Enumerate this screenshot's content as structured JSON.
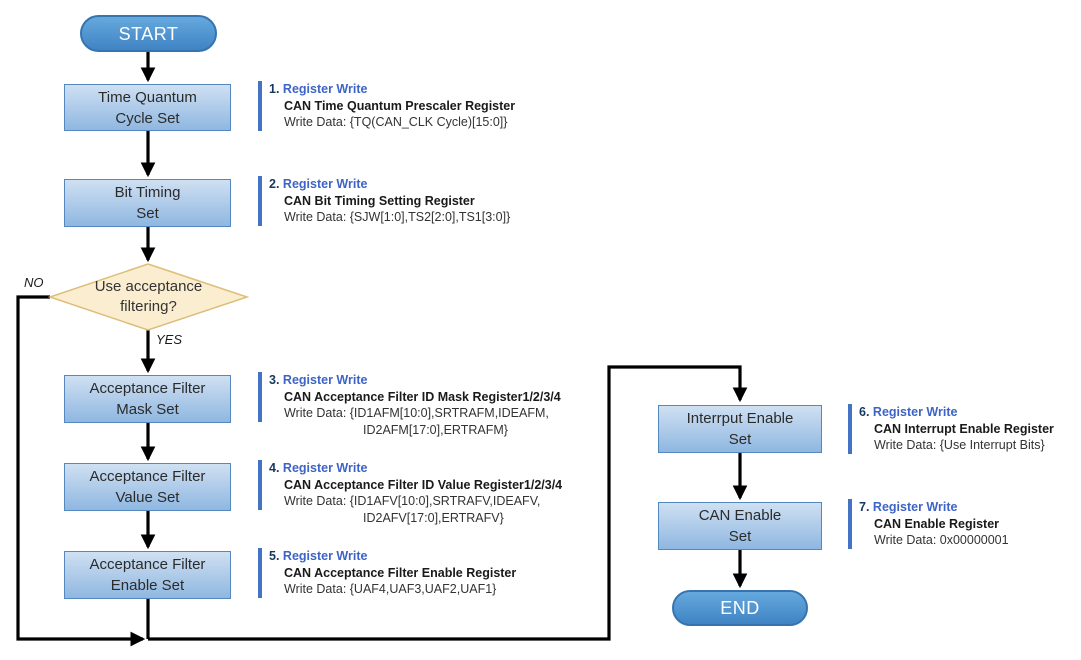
{
  "nodes": {
    "start": {
      "label": "START"
    },
    "end": {
      "label": "END"
    },
    "time_quantum": {
      "line1": "Time Quantum",
      "line2": "Cycle Set"
    },
    "bit_timing": {
      "line1": "Bit Timing",
      "line2": "Set"
    },
    "decision": {
      "line1": "Use acceptance",
      "line2": "filtering?",
      "yes": "YES",
      "no": "NO"
    },
    "filter_mask": {
      "line1": "Acceptance Filter",
      "line2": "Mask Set"
    },
    "filter_value": {
      "line1": "Acceptance Filter",
      "line2": "Value Set"
    },
    "filter_enable": {
      "line1": "Acceptance Filter",
      "line2": "Enable Set"
    },
    "interrupt_enable": {
      "line1": "Interrput Enable",
      "line2": "Set"
    },
    "can_enable": {
      "line1": "CAN Enable",
      "line2": "Set"
    }
  },
  "annotations": [
    {
      "num": "1.",
      "action": "Register Write",
      "register": "CAN Time Quantum Prescaler Register",
      "data": "Write Data: {TQ(CAN_CLK Cycle)[15:0]}",
      "data2": ""
    },
    {
      "num": "2.",
      "action": "Register Write",
      "register": "CAN Bit Timing Setting Register",
      "data": "Write Data: {SJW[1:0],TS2[2:0],TS1[3:0]}",
      "data2": ""
    },
    {
      "num": "3.",
      "action": "Register Write",
      "register": "CAN Acceptance Filter ID Mask Register1/2/3/4",
      "data": "Write Data: {ID1AFM[10:0],SRTRAFM,IDEAFM,",
      "data2": "ID2AFM[17:0],ERTRAFM}"
    },
    {
      "num": "4.",
      "action": "Register Write",
      "register": "CAN Acceptance Filter ID Value Register1/2/3/4",
      "data": "Write Data: {ID1AFV[10:0],SRTRAFV,IDEAFV,",
      "data2": "ID2AFV[17:0],ERTRAFV}"
    },
    {
      "num": "5.",
      "action": "Register Write",
      "register": "CAN Acceptance Filter Enable Register",
      "data": "Write Data: {UAF4,UAF3,UAF2,UAF1}",
      "data2": ""
    },
    {
      "num": "6.",
      "action": "Register Write",
      "register": "CAN Interrupt Enable Register",
      "data": "Write Data: {Use Interrupt Bits}",
      "data2": ""
    },
    {
      "num": "7.",
      "action": "Register Write",
      "register": "CAN Enable Register",
      "data": "Write Data: 0x00000001",
      "data2": ""
    }
  ],
  "colors": {
    "pill_fill_top": "#66a9de",
    "pill_fill_bottom": "#3f83c4",
    "pill_border": "#3674af",
    "box_fill_top": "#cfe0f2",
    "box_fill_bottom": "#8fb7e1",
    "box_border": "#5688c0",
    "diamond_fill": "#fbeed0",
    "diamond_border": "#dcbe78",
    "annotation_bar": "#4472c4",
    "action_link_blue": "#3d64c6",
    "number_navy": "#17375e",
    "connector_black": "#000000"
  }
}
